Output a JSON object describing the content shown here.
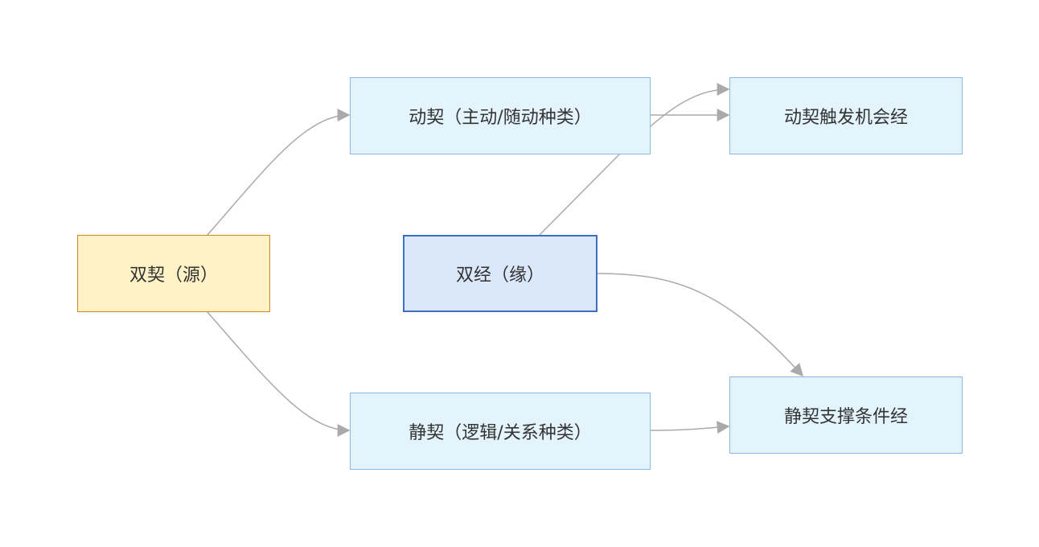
{
  "diagram": {
    "nodes": {
      "shuangqi": {
        "label": "双契（源）"
      },
      "dongqi": {
        "label": "动契（主动/随动种类）"
      },
      "jingqi": {
        "label": "静契（逻辑/关系种类）"
      },
      "shuangjing": {
        "label": "双经（缘）"
      },
      "dongqi_trigger": {
        "label": "动契触发机会经"
      },
      "jingqi_support": {
        "label": "静契支撑条件经"
      }
    },
    "edges": [
      {
        "from": "shuangqi",
        "to": "dongqi"
      },
      {
        "from": "shuangqi",
        "to": "jingqi"
      },
      {
        "from": "dongqi",
        "to": "dongqi_trigger"
      },
      {
        "from": "shuangjing",
        "to": "dongqi_trigger"
      },
      {
        "from": "shuangjing",
        "to": "jingqi_support"
      },
      {
        "from": "jingqi",
        "to": "jingqi_support"
      }
    ]
  }
}
